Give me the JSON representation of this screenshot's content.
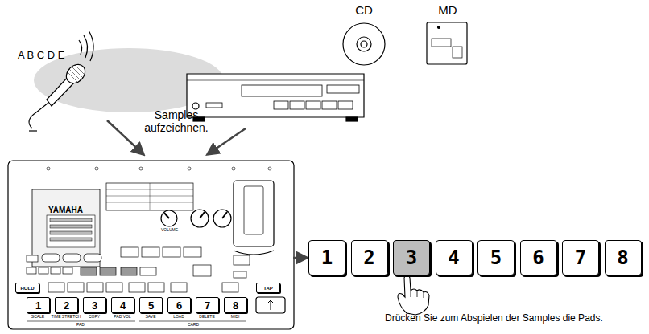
{
  "diagram": {
    "nodes": [
      {
        "text": [
          "1"
        ]
      },
      {
        "text": [
          "2"
        ]
      },
      {
        "text": [
          "3"
        ]
      },
      {
        "text": [
          "4"
        ]
      },
      {
        "text": [
          "5"
        ]
      },
      {
        "text": [
          "6"
        ]
      },
      {
        "text": [
          "7"
        ]
      },
      {
        "text": [
          "8"
        ]
      },
      {
        "text": [
          "HOLD"
        ]
      },
      {
        "text": [
          "TAP"
        ]
      },
      {
        "text": [
          "1"
        ]
      },
      {
        "text": [
          "2"
        ]
      },
      {
        "text": [
          "3"
        ]
      },
      {
        "text": [
          "4"
        ]
      },
      {
        "text": [
          "5"
        ]
      },
      {
        "text": [
          "6"
        ]
      },
      {
        "text": [
          "7"
        ]
      },
      {
        "text": [
          "8"
        ]
      }
    ],
    "labels": [
      "CD",
      "MD",
      "A B C D E",
      "Samples aufzeichnen.",
      "Drücken Sie zum Abspielen der Samples die Pads.",
      "YAMAHA",
      "VOLUME",
      "SCALE",
      "TIME STRETCH",
      "COPY",
      "PAD VOL",
      "SAVE",
      "LOAD",
      "DELETE",
      "MIDI",
      "PAD",
      "CARD"
    ]
  }
}
